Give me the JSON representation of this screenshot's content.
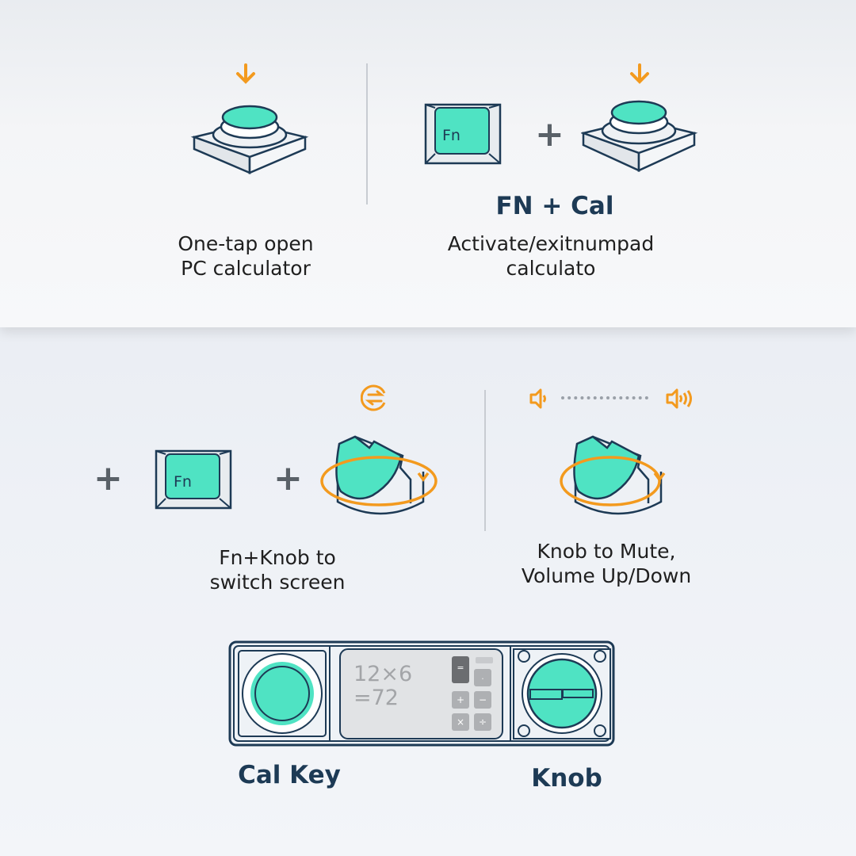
{
  "top_left": {
    "caption_line1": "One-tap open",
    "caption_line2": "PC calculator"
  },
  "top_right": {
    "title": "FN + Cal",
    "caption_line1": "Activate/exitnumpad",
    "caption_line2": "calculato",
    "fn_key_label": "Fn",
    "plus": "+"
  },
  "mid_left": {
    "caption_line1": "Fn+Knob to",
    "caption_line2": "switch screen",
    "fn_key_label": "Fn",
    "plus": "+"
  },
  "mid_right": {
    "caption_line1": "Knob to Mute,",
    "caption_line2": "Volume Up/Down"
  },
  "device": {
    "display_line1": "12×6",
    "display_line2": "=72",
    "buttons": [
      "=",
      "·",
      "+",
      "−",
      "×",
      "÷"
    ],
    "cal_key_label": "Cal Key",
    "knob_label": "Knob"
  },
  "colors": {
    "teal": "#4fe3c3",
    "navy": "#1d3a55",
    "orange": "#f39a1e"
  }
}
